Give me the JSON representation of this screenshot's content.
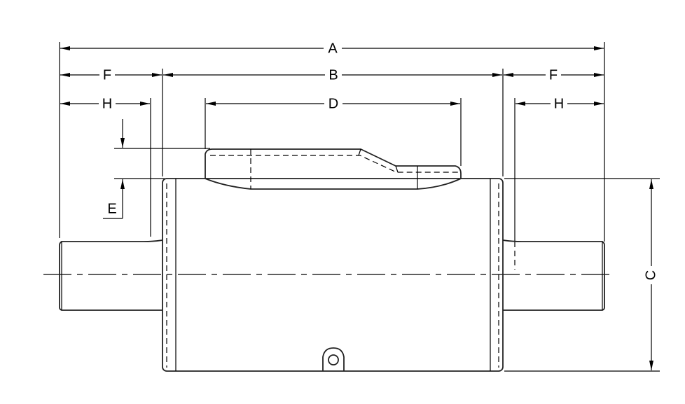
{
  "drawing": {
    "dimension_labels": {
      "A": "A",
      "B": "B",
      "C": "C",
      "D": "D",
      "E": "E",
      "F_left": "F",
      "F_right": "F",
      "H_left": "H",
      "H_right": "H"
    },
    "line_color": "#000000",
    "background": "#ffffff"
  }
}
